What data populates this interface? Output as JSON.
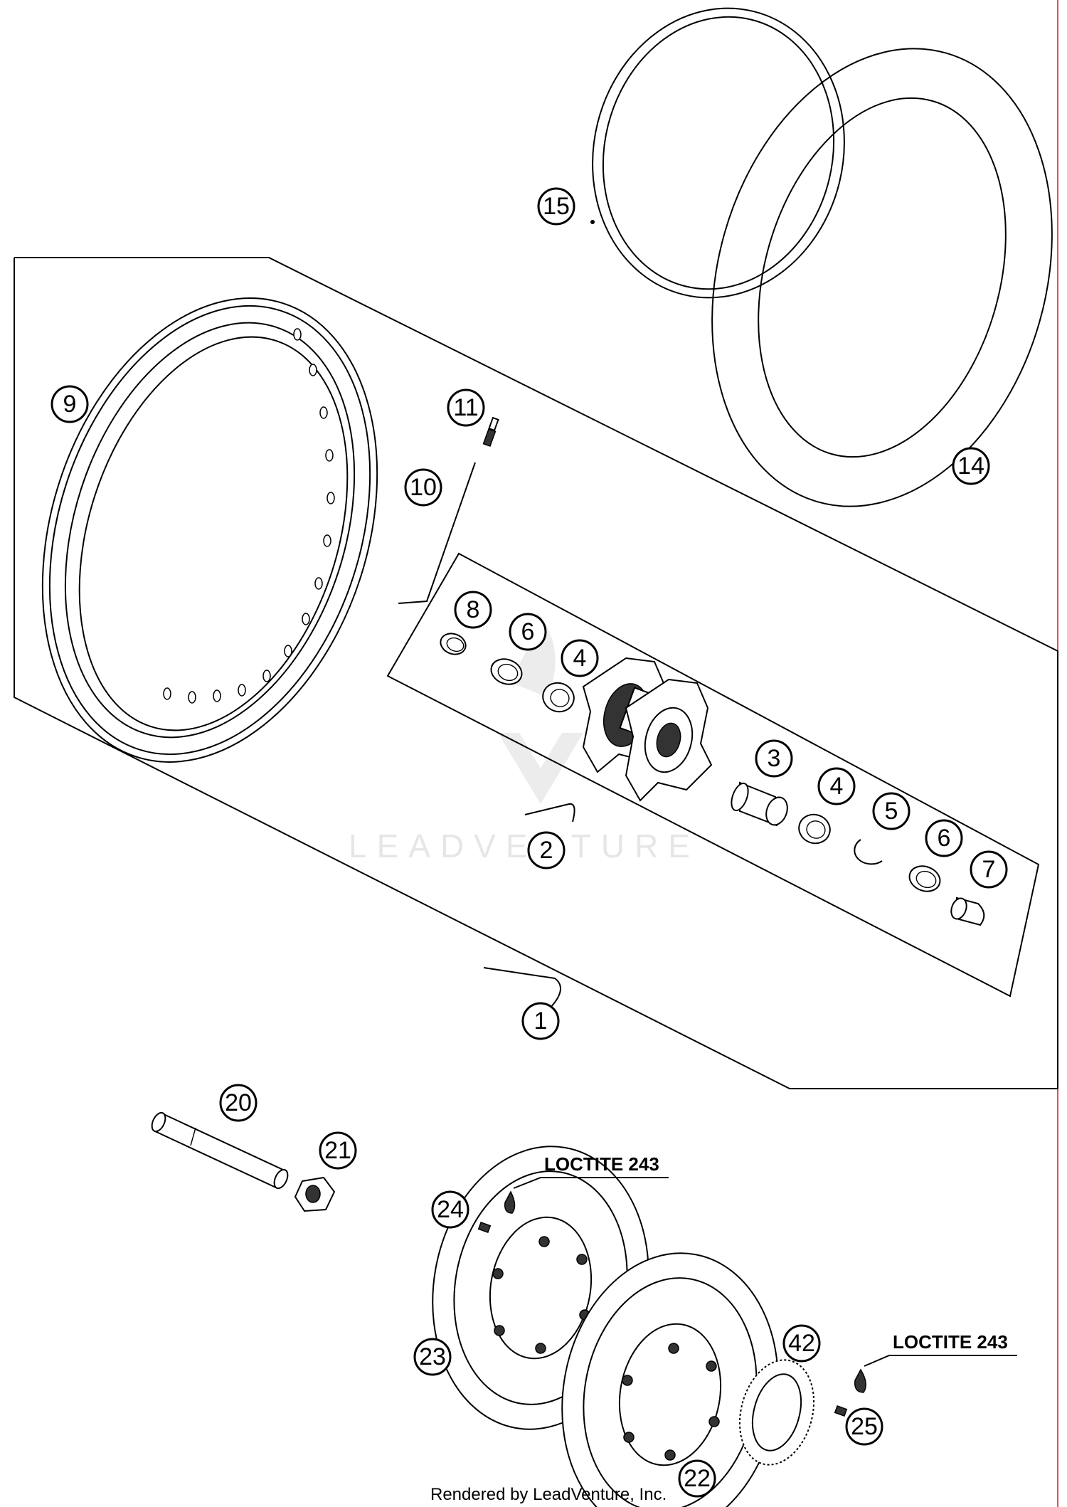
{
  "callouts": {
    "c1": "1",
    "c2": "2",
    "c3": "3",
    "c4a": "4",
    "c4b": "4",
    "c5": "5",
    "c6a": "6",
    "c6b": "6",
    "c7": "7",
    "c8": "8",
    "c9": "9",
    "c10": "10",
    "c11": "11",
    "c14": "14",
    "c15": "15",
    "c20": "20",
    "c21": "21",
    "c22": "22",
    "c23": "23",
    "c24": "24",
    "c25": "25",
    "c42": "42"
  },
  "notes": {
    "loctite_top": "LOCTITE 243",
    "loctite_right": "LOCTITE 243"
  },
  "watermark": "LEADVENTURE",
  "footer": "Rendered by LeadVenture, Inc.",
  "colors": {
    "border_right": "#e05050",
    "ink": "#000000",
    "watermark": "#e6e6e6"
  }
}
